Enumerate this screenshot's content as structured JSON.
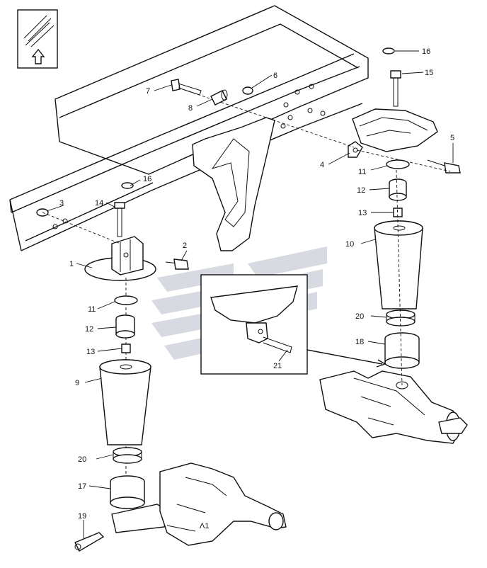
{
  "diagram": {
    "callouts": [
      {
        "id": "c1",
        "label": "1"
      },
      {
        "id": "c2",
        "label": "2"
      },
      {
        "id": "c3",
        "label": "3"
      },
      {
        "id": "c4",
        "label": "4"
      },
      {
        "id": "c5",
        "label": "5"
      },
      {
        "id": "c6",
        "label": "6"
      },
      {
        "id": "c7",
        "label": "7"
      },
      {
        "id": "c8",
        "label": "8"
      },
      {
        "id": "c9",
        "label": "9"
      },
      {
        "id": "c10",
        "label": "10"
      },
      {
        "id": "c11a",
        "label": "11"
      },
      {
        "id": "c11b",
        "label": "11"
      },
      {
        "id": "c12a",
        "label": "12"
      },
      {
        "id": "c12b",
        "label": "12"
      },
      {
        "id": "c13a",
        "label": "13"
      },
      {
        "id": "c13b",
        "label": "13"
      },
      {
        "id": "c14",
        "label": "14"
      },
      {
        "id": "c15",
        "label": "15"
      },
      {
        "id": "c16a",
        "label": "16"
      },
      {
        "id": "c16b",
        "label": "16"
      },
      {
        "id": "c17",
        "label": "17"
      },
      {
        "id": "c18",
        "label": "18"
      },
      {
        "id": "c19",
        "label": "19"
      },
      {
        "id": "c20a",
        "label": "20"
      },
      {
        "id": "c20b",
        "label": "20"
      },
      {
        "id": "c21",
        "label": "21"
      }
    ],
    "axle_marking": "Λ1",
    "icons": [
      "orientation-arrow-icon",
      "watermark-logo"
    ]
  }
}
